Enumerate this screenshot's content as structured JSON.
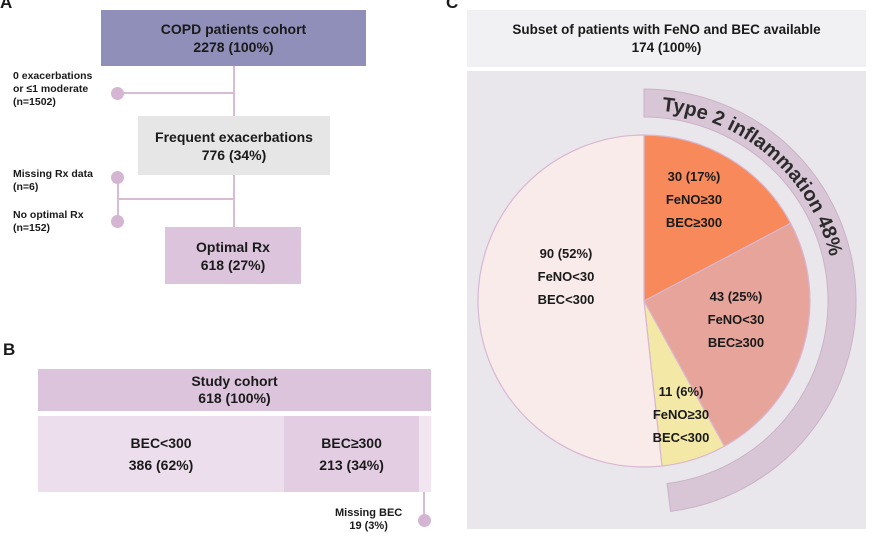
{
  "panel_a": {
    "letter": "A",
    "cohort": {
      "title": "COPD patients cohort",
      "value": "2278 (100%)"
    },
    "excl_1": {
      "line1": "0 exacerbations",
      "line2": "or ≤1 moderate",
      "line3": "(n=1502)"
    },
    "frequent": {
      "title": "Frequent exacerbations",
      "value": "776 (34%)"
    },
    "excl_2": {
      "line1": "Missing Rx data",
      "line2": "(n=6)"
    },
    "excl_3": {
      "line1": "No optimal Rx",
      "line2": "(n=152)"
    },
    "optimal": {
      "title": "Optimal Rx",
      "value": "618 (27%)"
    },
    "colors": {
      "cohort": "#8f8fba",
      "frequent": "#e6e6e6",
      "optimal": "#dcc5dc",
      "connector": "#d7bcd3"
    }
  },
  "panel_b": {
    "letter": "B",
    "study": {
      "title": "Study cohort",
      "value": "618 (100%)"
    },
    "low": {
      "label": "BEC<300",
      "value": "386 (62%)"
    },
    "high": {
      "label": "BEC≥300",
      "value": "213 (34%)"
    },
    "missing": {
      "label": "Missing  BEC",
      "value": "19 (3%)"
    },
    "shares": {
      "low": 62,
      "high": 34,
      "missing": 3
    },
    "colors": {
      "header": "#dcc5dc",
      "low": "#ecdeec",
      "high": "#e2cde2",
      "missing": "#f1e5f1"
    }
  },
  "panel_c": {
    "letter": "C",
    "header": {
      "title": "Subset of patients with FeNO and BEC available",
      "value": "174 (100%)"
    },
    "arc_label": "Type 2 inflammation 48%",
    "arc_share": 48,
    "colors": {
      "background": "#e9e7eb",
      "header_bg": "#f1f0f2",
      "arc": "#d8c6d6",
      "arc_stroke": "#c9b3c7"
    },
    "chart_data": {
      "type": "pie",
      "slices": [
        {
          "count": 30,
          "percent": 17,
          "line1": "30 (17%)",
          "line2": "FeNO≥30",
          "line3": "BEC≥300",
          "color": "#f7895a"
        },
        {
          "count": 43,
          "percent": 25,
          "line1": "43 (25%)",
          "line2": "FeNO<30",
          "line3": "BEC≥300",
          "color": "#e6a49a"
        },
        {
          "count": 11,
          "percent": 6,
          "line1": "11 (6%)",
          "line2": "FeNO≥30",
          "line3": "BEC<300",
          "color": "#f3e8a6"
        },
        {
          "count": 90,
          "percent": 52,
          "line1": "90 (52%)",
          "line2": "FeNO<30",
          "line3": "BEC<300",
          "color": "#f8ebe9"
        }
      ]
    }
  }
}
